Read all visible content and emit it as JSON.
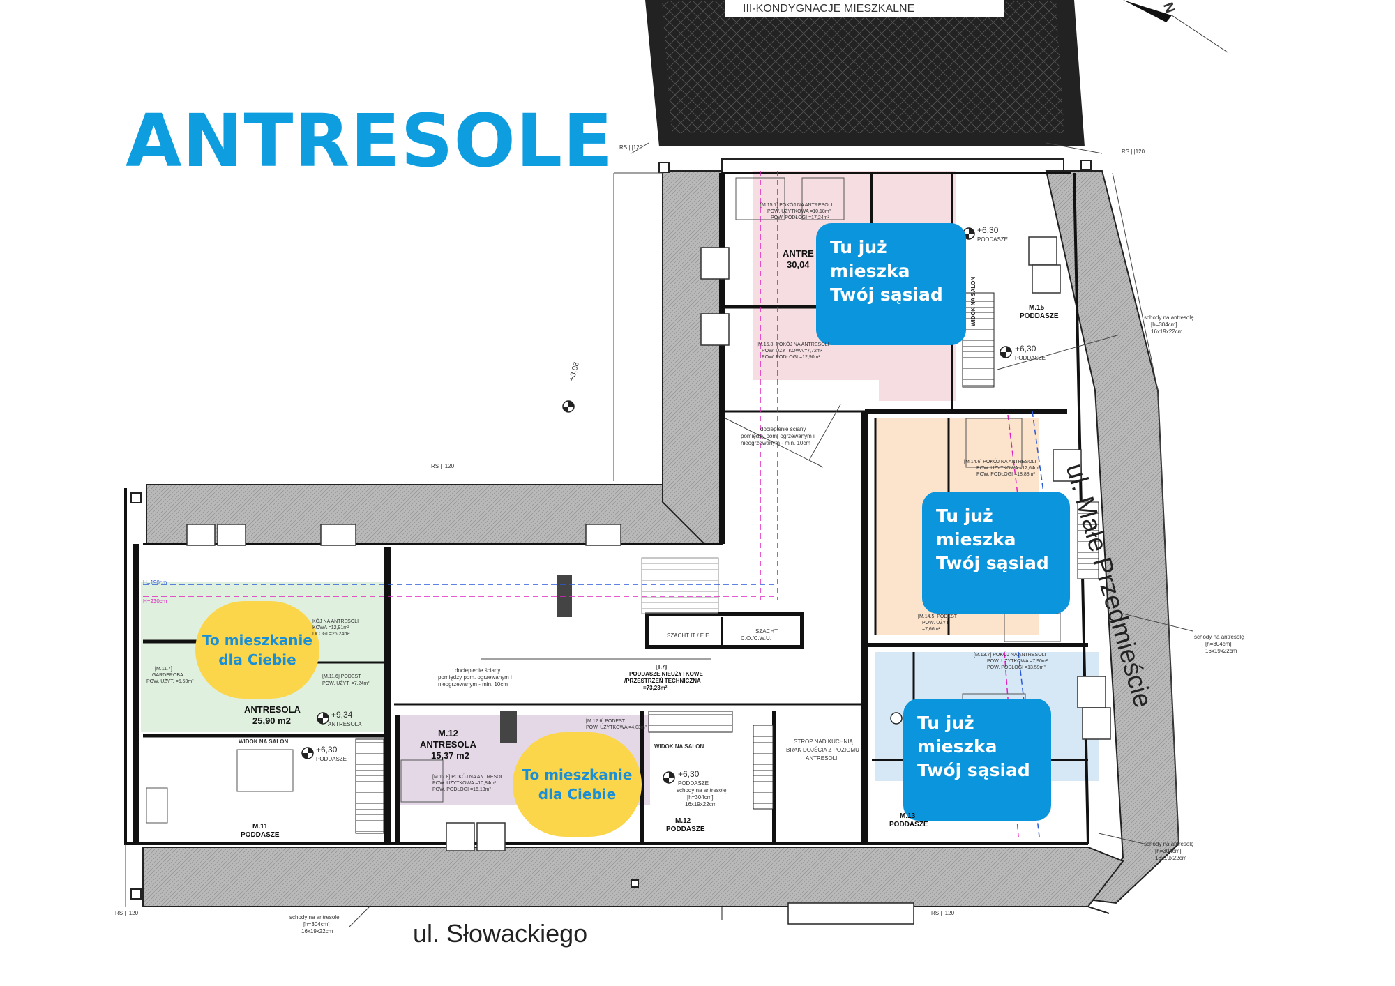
{
  "title": "ANTRESOLE",
  "streets": {
    "south": "ul. Słowackiego",
    "east": "ul. Małe Przedmieście"
  },
  "top_label": "III-KONDYGNACJE MIESZKALNE",
  "compass": "N",
  "neighbour_bubbles": [
    {
      "lines": [
        "Tu już",
        "mieszka",
        "Twój sąsiad"
      ]
    },
    {
      "lines": [
        "Tu już",
        "mieszka",
        "Twój sąsiad"
      ]
    },
    {
      "lines": [
        "Tu już",
        "mieszka",
        "Twój sąsiad"
      ]
    }
  ],
  "offer_bubbles": [
    {
      "lines": [
        "To mieszkanie",
        "dla Ciebie"
      ]
    },
    {
      "lines": [
        "To mieszkanie",
        "dla Ciebie"
      ]
    }
  ],
  "labels": {
    "antresola_11": "ANTRESOLA",
    "antresola_11_area": "25,90 m2",
    "m12": "M.12",
    "antresola_12": "ANTRESOLA",
    "antresola_12_area": "15,37 m2",
    "antresola_15": "ANTRE",
    "antresola_15_area": "30,04",
    "m11": "M.11",
    "m11_sub": "PODDASZE",
    "m12b": "M.12",
    "m12b_sub": "PODDASZE",
    "m13": "M.13",
    "m13_sub": "PODDASZE",
    "m15": "M.15",
    "m15_sub": "PODDASZE",
    "t7": "[T.7]",
    "t7_a": "PODDASZE NIEUŻYTKOWE",
    "t7_b": "/PRZESTRZEŃ TECHNICZNA",
    "t7_c": "=73,23m²",
    "szacht_it": "SZACHT IT / E.E.",
    "szacht_co": "SZACHT",
    "szacht_co2": "C.O./C.W.U.",
    "strop_1": "STROP NAD KUCHNIĄ",
    "strop_2": "BRAK DOJŚCIA Z POZIOMU",
    "strop_3": "ANTRESOLI",
    "widok_1": "WIDOK NA SALON",
    "widok_2": "WIDOK NA SALON",
    "widok_3": "WIDOK NA SALON",
    "docieplenie_1": "docieplenie ściany",
    "docieplenie_2": "pomiędzy pom. ogrzewanym i",
    "docieplenie_3": "nieogrzewanym - min. 10cm",
    "docieplenie_b1": "docieplenie ściany",
    "docieplenie_b2": "pomiędzy pom. ogrzewanym i",
    "docieplenie_b3": "nieogrzewanym - min. 10cm",
    "lvl_934": "+9,34",
    "lvl_934_sub": "ANTRESOLA",
    "lvl_630_a": "+6,30",
    "lvl_630_a_sub": "PODDASZE",
    "lvl_630_b": "+6,30",
    "lvl_630_b_sub": "PODDASZE",
    "lvl_630_c": "+6,30",
    "lvl_630_c_sub": "PODDASZE",
    "lvl_630_d": "+6,30",
    "lvl_630_d_sub": "PODDASZE",
    "lvl_308": "+3,08",
    "rs_1": "RS | |120",
    "rs_2": "RS | |120",
    "rs_3": "RS | |120",
    "rs_4": "RS | |120",
    "rs_5": "RS | |120",
    "stairs_1": "schody na antresolę",
    "stairs_1b": "[h=304cm]",
    "stairs_1c": "16x19x22cm",
    "stairs_2": "schody na antresolę",
    "stairs_2b": "[h=304cm]",
    "stairs_2c": "16x19x22cm",
    "stairs_3": "schody na antresolę",
    "stairs_3b": "[h=304cm]",
    "stairs_3c": "16x19x22cm",
    "stairs_4": "schody na antresolę",
    "stairs_4b": "[h=304cm]",
    "stairs_4c": "16x19x22cm",
    "stairs_5": "schody na antresolę",
    "stairs_5b": "[h=304cm]",
    "stairs_5c": "16x19x22cm",
    "room_157": "[M.15.7] POKÓJ NA ANTRESOLI",
    "room_157b": "POW. UŻYTKOWA =10,18m²",
    "room_157c": "POW. PODŁOGI =17,24m²",
    "room_158": "[M.15.8] POKÓJ NA ANTRESOLI",
    "room_158b": "POW. UŻYTKOWA =7,72m²",
    "room_158c": "POW. PODŁOGI =12,90m²",
    "room_146": "[M.14.6] POKÓJ NA ANTRESOLI",
    "room_146b": "POW. UŻYTKOWA =12,64m²",
    "room_146c": "POW. PODŁOGI =18,88m²",
    "room_145": "[M.14.5] PODEST",
    "room_145b": "POW. UŻYT.",
    "room_145c": "=7,66m²",
    "room_137": "[M.13.7] POKÓJ NA ANTRESOLI",
    "room_137b": "POW. UŻYTKOWA =7,90m²",
    "room_137c": "POW. PODŁOGI =13,59m²",
    "room_111": "[M.11.7]",
    "room_111b": "GARDEROBA",
    "room_111c": "POW. UŻYT. =5,53m²",
    "room_116": "[M.11.6] PODEST",
    "room_116b": "POW. UŻYT. =7,24m²",
    "room_115": "KÓJ NA ANTRESOLI",
    "room_115b": "KOWA =12,91m²",
    "room_115c": "DŁOGI =26,24m²",
    "room_128": "[M.12.8] POKÓJ NA ANTRESOLI",
    "room_128b": "POW. UŻYTKOWA =10,84m²",
    "room_128c": "POW. PODŁOGI =16,13m²",
    "room_126": "[M.12.6] PODEST",
    "room_126b": "POW. UŻYTKOWA =4,03m²",
    "h_190": "H=190cm",
    "h_230": "H=230cm"
  },
  "colors": {
    "accent_blue": "#0a95dd",
    "title_blue": "#0e9ee0",
    "yellow": "#fbd64a",
    "green_zone": "#dff0df",
    "pink_zone": "#f6dde2",
    "orange_zone": "#fbe3cc",
    "blue_zone": "#d6e8f5",
    "purple_zone": "#e4d7e6"
  }
}
